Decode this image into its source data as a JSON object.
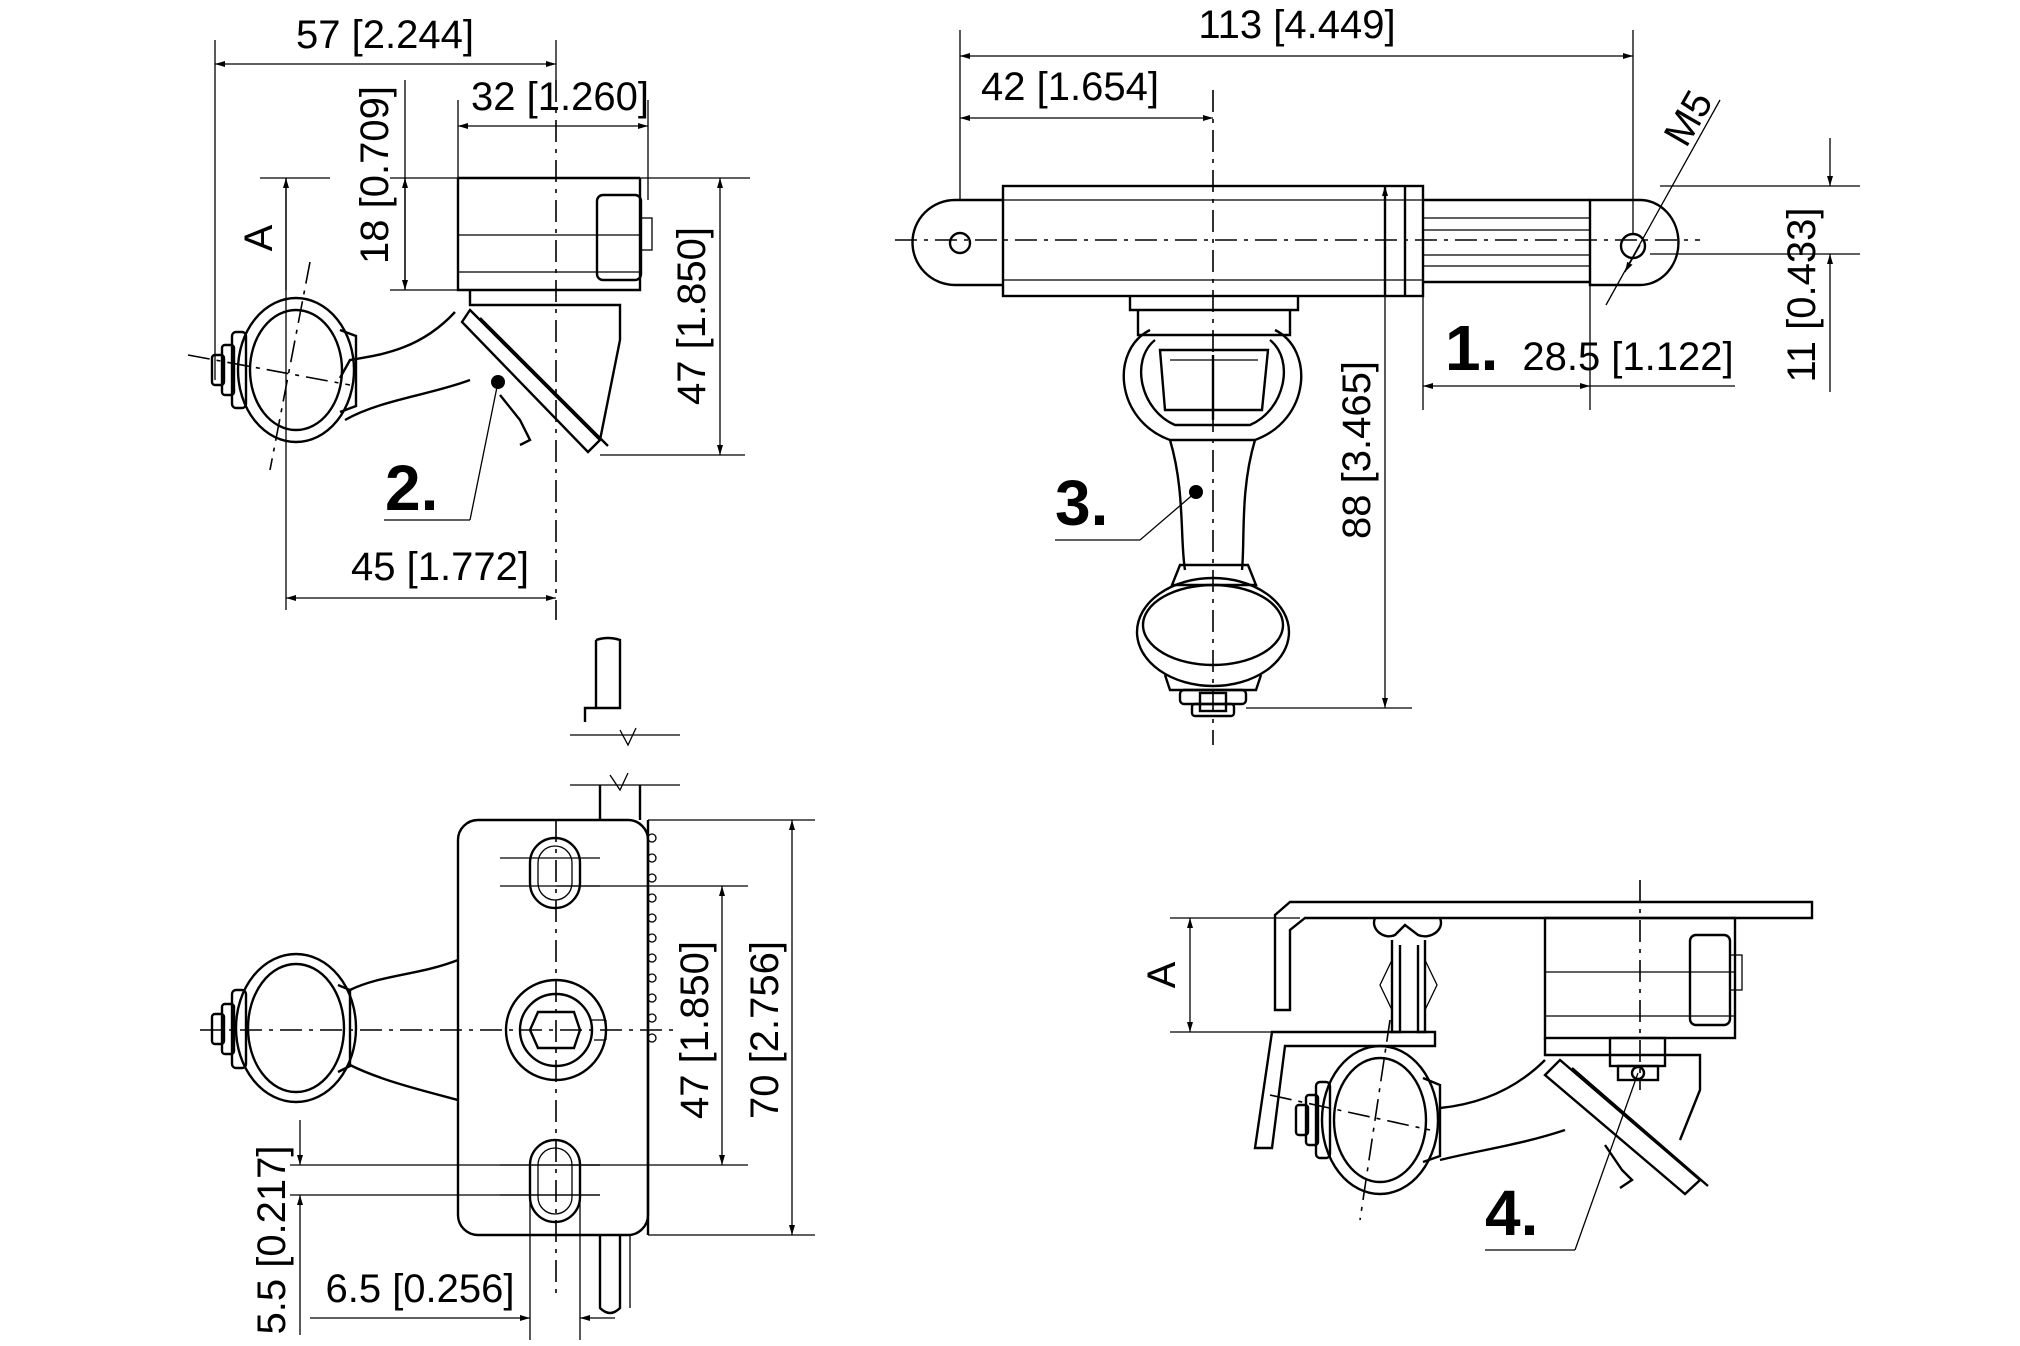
{
  "dimensions": {
    "d57": "57 [2.244]",
    "d32": "32 [1.260]",
    "d18": "18 [0.709]",
    "d47a": "47 [1.850]",
    "d45": "45 [1.772]",
    "d113": "113 [4.449]",
    "d42": "42 [1.654]",
    "d11": "11 [0.433]",
    "d28": "28.5 [1.122]",
    "d88": "88 [3.465]",
    "d47b": "47 [1.850]",
    "d70": "70 [2.756]",
    "d55": "5.5 [0.217]",
    "d65": "6.5 [0.256]"
  },
  "labels": {
    "thread": "M5",
    "datum_a": "A",
    "callout_1": "1.",
    "callout_2": "2.",
    "callout_3": "3.",
    "callout_4": "4."
  }
}
